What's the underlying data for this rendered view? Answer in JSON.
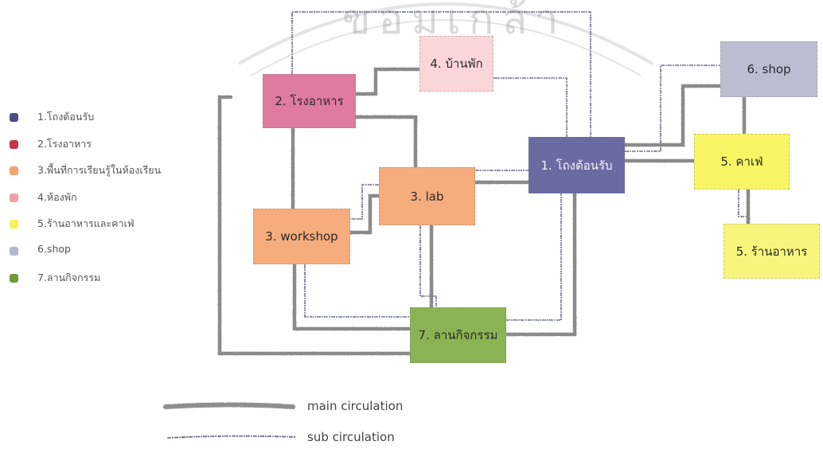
{
  "legend": [
    {
      "label": "1.โถงต้อนรับ",
      "color": "#4b4e87"
    },
    {
      "label": "2.โรงอาหาร",
      "color": "#c8334e"
    },
    {
      "label": "3.พื้นที่การเรียนรู้ในห้องเรียน",
      "color": "#f0a572"
    },
    {
      "label": "4.ห้องพัก",
      "color": "#f0a0a8"
    },
    {
      "label": "5.ร้านอาหารและคาเฟ่",
      "color": "#f6f35a"
    },
    {
      "label": "6.shop",
      "color": "#b7b7cf"
    },
    {
      "label": "7.ลานกิจกรรม",
      "color": "#6f9a3a"
    }
  ],
  "nodes": {
    "lobby": {
      "label": "1. โถงต้อนรับ",
      "color": "#6b6ba3"
    },
    "canteen": {
      "label": "2. โรงอาหาร",
      "color": "#e07ba0"
    },
    "lab": {
      "label": "3. lab",
      "color": "#f6ac7c"
    },
    "workshop": {
      "label": "3. workshop",
      "color": "#f6ac7c"
    },
    "room": {
      "label": "4. บ้านพัก",
      "color": "#fbd6d8"
    },
    "cafe": {
      "label": "5. คาเฟ่",
      "color": "#f8f564"
    },
    "restaurant": {
      "label": "5. ร้านอาหาร",
      "color": "#f8f57c"
    },
    "shop": {
      "label": "6. shop",
      "color": "#bdbdd2"
    },
    "activity": {
      "label": "7. ลานกิจกรรม",
      "color": "#8ab353"
    }
  },
  "circulation": {
    "main_label": "main circulation",
    "sub_label": "sub circulation"
  },
  "watermark": {
    "text": "ขอมเกล้า"
  }
}
